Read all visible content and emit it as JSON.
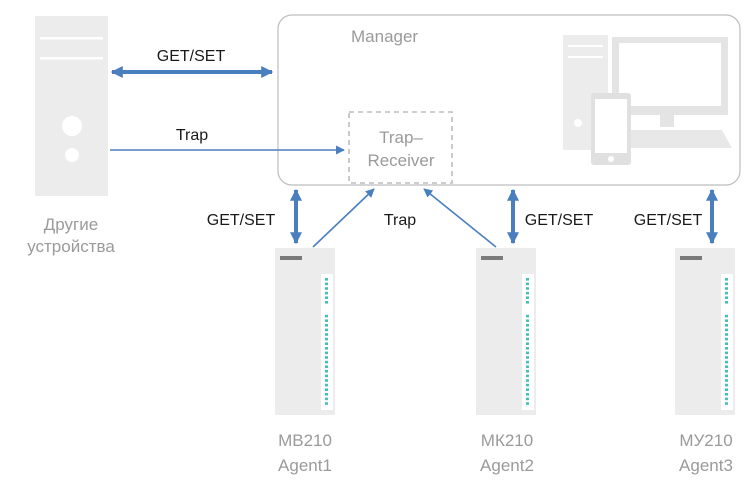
{
  "manager": {
    "title": "Manager",
    "trap_receiver_line1": "Trap–",
    "trap_receiver_line2": "Receiver"
  },
  "other_devices": {
    "line1": "Другие",
    "line2": "устройства"
  },
  "connections": {
    "getset_other": "GET/SET",
    "trap_other": "Trap",
    "getset_agent1": "GET/SET",
    "trap_agents": "Trap",
    "getset_agent2": "GET/SET",
    "getset_agent3": "GET/SET"
  },
  "agents": [
    {
      "model": "МВ210",
      "name": "Agent1"
    },
    {
      "model": "МК210",
      "name": "Agent2"
    },
    {
      "model": "МУ210",
      "name": "Agent3"
    }
  ],
  "colors": {
    "arrow": "#4a7fbf",
    "device": "#ececec",
    "manager_border": "#bdbdbd",
    "led": "#45c0b8",
    "text_gray": "#9a9a9a"
  }
}
